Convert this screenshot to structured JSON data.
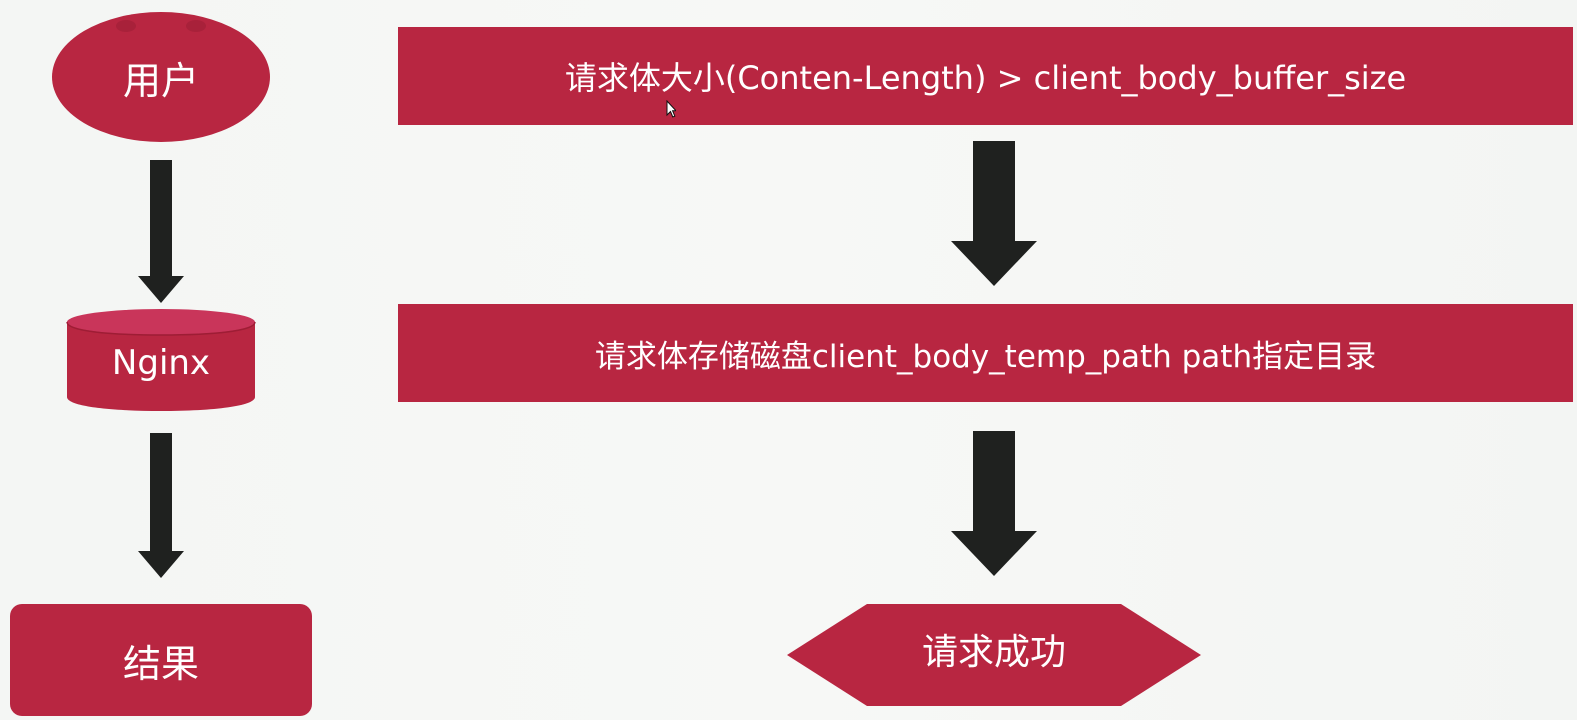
{
  "colors": {
    "node_fill": "#b82641",
    "arrow": "#1f211f",
    "background": "#f4f6f4",
    "text": "#ffffff"
  },
  "left_flow": {
    "user": "用户",
    "server": "Nginx",
    "result": "结果"
  },
  "right_flow": {
    "condition": "请求体大小(Conten-Length) > client_body_buffer_size",
    "storage": "请求体存储磁盘client_body_temp_path path指定目录",
    "success": "请求成功"
  },
  "icons": {
    "pointer": "mouse-pointer-icon"
  }
}
